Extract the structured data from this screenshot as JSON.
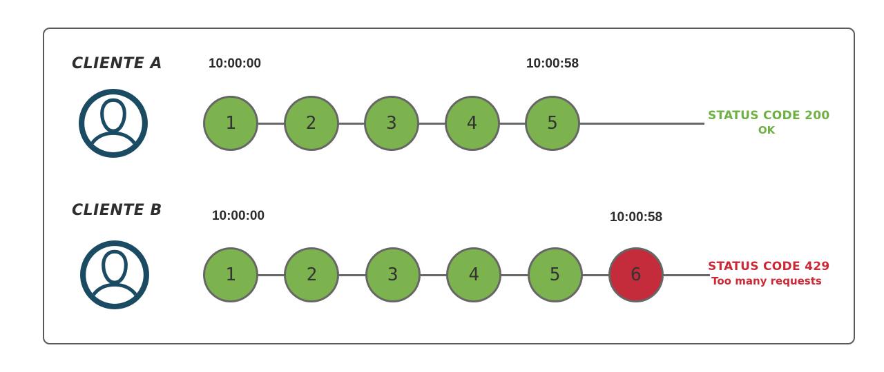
{
  "colors": {
    "green_circle": "#7cb34e",
    "red_circle": "#c42b3b",
    "connector_gray": "#666666",
    "frame_border": "#5a5a5a",
    "avatar_navy": "#1b4a63",
    "success_text": "#6fb043",
    "error_text": "#cb2936",
    "label_text": "#2e2e2e"
  },
  "icons": {
    "avatar": "user-avatar-icon"
  },
  "rows": [
    {
      "client": "CLIENTE A",
      "start_time": "10:00:00",
      "end_time": "10:00:58",
      "requests": [
        {
          "label": "1",
          "result": "ok"
        },
        {
          "label": "2",
          "result": "ok"
        },
        {
          "label": "3",
          "result": "ok"
        },
        {
          "label": "4",
          "result": "ok"
        },
        {
          "label": "5",
          "result": "ok"
        }
      ],
      "status_line1": "STATUS CODE 200",
      "status_line2": "OK",
      "status_type": "success"
    },
    {
      "client": "CLIENTE B",
      "start_time": "10:00:00",
      "end_time": "10:00:58",
      "requests": [
        {
          "label": "1",
          "result": "ok"
        },
        {
          "label": "2",
          "result": "ok"
        },
        {
          "label": "3",
          "result": "ok"
        },
        {
          "label": "4",
          "result": "ok"
        },
        {
          "label": "5",
          "result": "ok"
        },
        {
          "label": "6",
          "result": "limited"
        }
      ],
      "status_line1": "STATUS CODE 429",
      "status_line2": "Too many requests",
      "status_type": "error"
    }
  ]
}
